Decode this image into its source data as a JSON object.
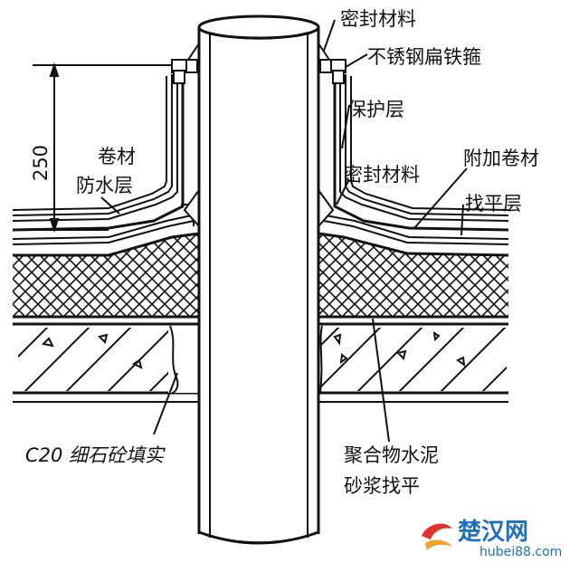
{
  "labels": {
    "sealing_top": "密封材料",
    "clamp": "不锈钢扁铁箍",
    "protective": "保护层",
    "membrane_line1": "卷材",
    "membrane_line2": "防水层",
    "sealing_mid": "密封材料",
    "additional": "附加卷材",
    "leveling": "找平层",
    "c20": "C20 细石砼填实",
    "polymer_line1": "聚合物水泥",
    "polymer_line2": "砂浆找平"
  },
  "dimension": {
    "value": "250"
  },
  "watermark": {
    "name": "楚汉网",
    "url": "hubei88.com"
  },
  "colors": {
    "ink": "#111111",
    "watermark": "#1f6fc0",
    "watermark_accent": "#e2332a"
  }
}
